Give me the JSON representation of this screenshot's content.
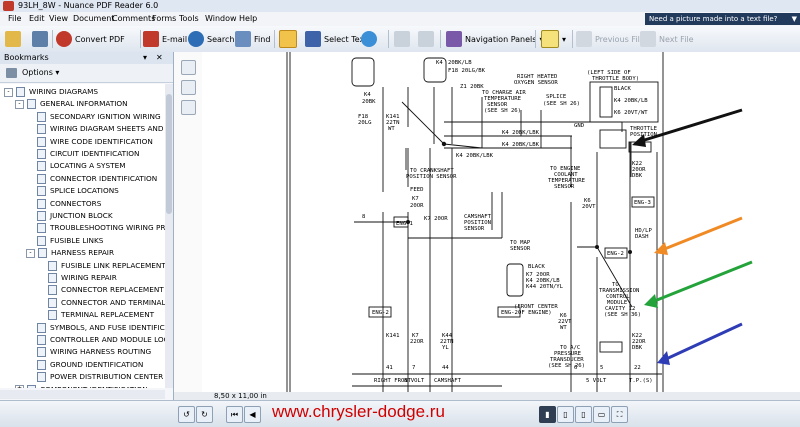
{
  "window": {
    "title": "93LH_8W - Nuance PDF Reader 6.0"
  },
  "menu": [
    "File",
    "Edit",
    "View",
    "Document",
    "Comments",
    "Forms",
    "Tools",
    "Window",
    "Help"
  ],
  "ask": {
    "prompt": "Need a picture made into a text file?",
    "drop": "▼"
  },
  "toolbar": {
    "convert": "Convert PDF",
    "email": "E-mail",
    "search": "Search",
    "find": "Find",
    "select_text": "Select Text",
    "nav_panels": "Navigation Panels",
    "prev_file": "Previous File",
    "next_file": "Next File",
    "colors": {
      "convert": "#c0392b",
      "email": "#c0392b",
      "search": "#2c6db5",
      "find": "#6a8fbf"
    }
  },
  "sidebar": {
    "title": "Bookmarks",
    "options": "Options",
    "tree": [
      {
        "label": "WIRING DIAGRAMS",
        "level": 0,
        "exp": "-"
      },
      {
        "label": "GENERAL INFORMATION",
        "level": 1,
        "exp": "-"
      },
      {
        "label": "SECONDARY IGNITION WIRING",
        "level": 2
      },
      {
        "label": "WIRING DIAGRAM SHEETS AND INDEX",
        "level": 2
      },
      {
        "label": "WIRE CODE IDENTIFICATION",
        "level": 2
      },
      {
        "label": "CIRCUIT IDENTIFICATION",
        "level": 2
      },
      {
        "label": "LOCATING A SYSTEM",
        "level": 2
      },
      {
        "label": "CONNECTOR IDENTIFICATION",
        "level": 2
      },
      {
        "label": "SPLICE LOCATIONS",
        "level": 2
      },
      {
        "label": "CONNECTORS",
        "level": 2
      },
      {
        "label": "JUNCTION BLOCK",
        "level": 2
      },
      {
        "label": "TROUBLESHOOTING WIRING PROBLEMS",
        "level": 2
      },
      {
        "label": "FUSIBLE LINKS",
        "level": 2
      },
      {
        "label": "HARNESS REPAIR",
        "level": 2,
        "exp": "-"
      },
      {
        "label": "FUSIBLE LINK REPLACEMENT",
        "level": 3
      },
      {
        "label": "WIRING REPAIR",
        "level": 3
      },
      {
        "label": "CONNECTOR REPLACEMENT",
        "level": 3
      },
      {
        "label": "CONNECTOR AND TERMINAL ASSEMBLY",
        "level": 3
      },
      {
        "label": "TERMINAL REPLACEMENT",
        "level": 3
      },
      {
        "label": "SYMBOLS, AND FUSE IDENTIFICATION",
        "level": 2
      },
      {
        "label": "CONTROLLER AND MODULE LOCATIONS",
        "level": 2
      },
      {
        "label": "WIRING HARNESS ROUTING",
        "level": 2
      },
      {
        "label": "GROUND IDENTIFICATION",
        "level": 2
      },
      {
        "label": "POWER DISTRIBUTION CENTER IDENTIFICATION",
        "level": 2
      },
      {
        "label": "COMPONENT IDENTIFICATION",
        "level": 1,
        "exp": "+"
      }
    ]
  },
  "status": {
    "page_size": "8,50 x 11,00 in"
  },
  "watermark": "www.chrysler-dodge.ru",
  "diagram": {
    "labels": {
      "l_k4": "K4",
      "l_208k": "20BK",
      "l_f18": "F18",
      "l_20lg": "20LG",
      "l_k4b": "K4",
      "l_20bklb": "20BK/LB",
      "l_f18b": "F18 20LG/BK",
      "l_ho2": "RIGHT HEATED",
      "l_ho2b": "OXYGEN SENSOR",
      "l_z1": "Z1 20BK",
      "l_charge": "TO CHARGE AIR",
      "l_charge2": "TEMPERATURE",
      "l_charge3": "SENSOR",
      "l_sh26": "(SEE SH 26)",
      "l_gnd": "GND",
      "l_splice": "SPLICE",
      "l_sh26b": "(SEE SH 26)",
      "l_left": "(LEFT SIDE OF",
      "l_left2": "THROTTLE BODY)",
      "l_black": "BLACK",
      "l_k4c": "K4 20BK/LB",
      "l_k6c": "K6 20VT/WT",
      "l_k4d": "K4 20BK/LBK",
      "l_k4e": "K4 20BK/LBK",
      "l_throttle": "THROTTLE",
      "l_tps": "POSITION",
      "l_k4f": "K4 20BK/LBK",
      "l_k141": "K141",
      "l_k141b": "K141",
      "l_22tn": "22TN",
      "l_wt": "WT",
      "l_crank": "TO CRANKSHAFT",
      "l_crank2": "POSITION SENSOR",
      "l_feed": "FEED",
      "l_k7": "K7",
      "l_20or": "20OR",
      "l_eng1": "ENG-1",
      "l_k7b": "K7 20OR",
      "l_cam": "CAMSHAFT",
      "l_cam2": "POSITION",
      "l_cam3": "SENSOR",
      "l_map": "TO MAP",
      "l_map2": "SENSOR",
      "l_black2": "BLACK",
      "l_k7c": "K7 20OR",
      "l_k4g": "K4 20BK/LB",
      "l_k44": "K44 20TN/YL",
      "l_front": "(FRONT CENTER",
      "l_front2": "OF ENGINE)",
      "l_eng2": "ENG-2",
      "l_eng2b": "ENG-2",
      "l_ect": "TO ENGINE",
      "l_ect2": "COOLANT",
      "l_ect3": "TEMPERATURE",
      "l_ect4": "SENSOR",
      "l_k6": "K6",
      "l_20vt": "20VT",
      "l_hd": "HD/LP",
      "l_dash": "DASH",
      "l_k22": "K22",
      "l_20or2": "20OR",
      "l_dbk": "DBK",
      "l_tcm": "TO",
      "l_tcm2": "TRANSMISSION",
      "l_tcm3": "CONTROL",
      "l_tcm4": "MODULE",
      "l_tcm5": "CAVITY 12",
      "l_sh36": "(SEE SH 36)",
      "l_eng2c": "ENG-2",
      "l_k6b": "K6",
      "l_22vt": "22VT",
      "l_wt2": "WT",
      "l_press": "TO A/C",
      "l_press2": "PRESSURE",
      "l_press3": "TRANSDUCER",
      "l_sh26c": "(SEE SH 26)",
      "l_k44b": "K44",
      "l_22tn2": "22TN",
      "l_yl": "YL",
      "l_k7d": "K7",
      "l_22or": "22OR",
      "l_k22b": "K22",
      "l_22or2": "22OR",
      "l_dbk2": "DBK",
      "l_rfront": "RIGHT FRONT",
      "l_8volt": "8 VOLT",
      "l_camout": "CAMSHAFT",
      "l_5volt": "5 VOLT",
      "l_tp": "T.P.(S)",
      "l_22": "22",
      "l_44": "44",
      "l_41": "41",
      "l_7": "7",
      "l_6": "6",
      "l_8": "8",
      "l_5": "5",
      "l_eng3": "ENG-3"
    }
  }
}
